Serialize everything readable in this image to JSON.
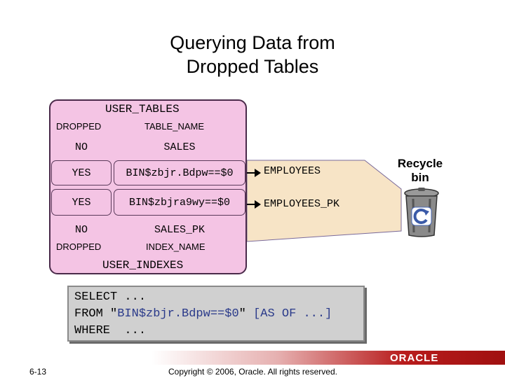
{
  "title": {
    "line1": "Querying Data from",
    "line2": "Dropped Tables"
  },
  "user_tables": {
    "caption": "USER_TABLES",
    "col_dropped": "DROPPED",
    "col_table_name": "TABLE_NAME",
    "rows": [
      {
        "dropped": "NO",
        "name": "SALES"
      },
      {
        "dropped": "YES",
        "name": "BIN$zbjr.Bdpw==$0"
      },
      {
        "dropped": "YES",
        "name": "BIN$zbjra9wy==$0"
      }
    ]
  },
  "user_indexes": {
    "caption": "USER_INDEXES",
    "col_dropped": "DROPPED",
    "col_index_name": "INDEX_NAME",
    "row": {
      "dropped": "NO",
      "name": "SALES_PK"
    }
  },
  "recycled_objects": [
    "EMPLOYEES",
    "EMPLOYEES_PK"
  ],
  "recycle_bin": {
    "line1": "Recycle",
    "line2": "bin",
    "icon": "recycle-bin-icon"
  },
  "sql": {
    "line1": "SELECT ...",
    "line2_pre": "FROM \"",
    "line2_name": "BIN$zbjr.Bdpw==$0",
    "line2_post": "\" ",
    "line2_opt": "[AS OF ...]",
    "line3": "WHERE  ..."
  },
  "footer": {
    "slide_number": "6-13",
    "copyright": "Copyright © 2006, Oracle. All rights reserved.",
    "logo": "ORACLE"
  },
  "colors": {
    "panel": "#f4c4e4",
    "sql_box": "#d0d0d0",
    "footer_red": "#b81c1c",
    "sql_blue": "#2a3a8a"
  }
}
